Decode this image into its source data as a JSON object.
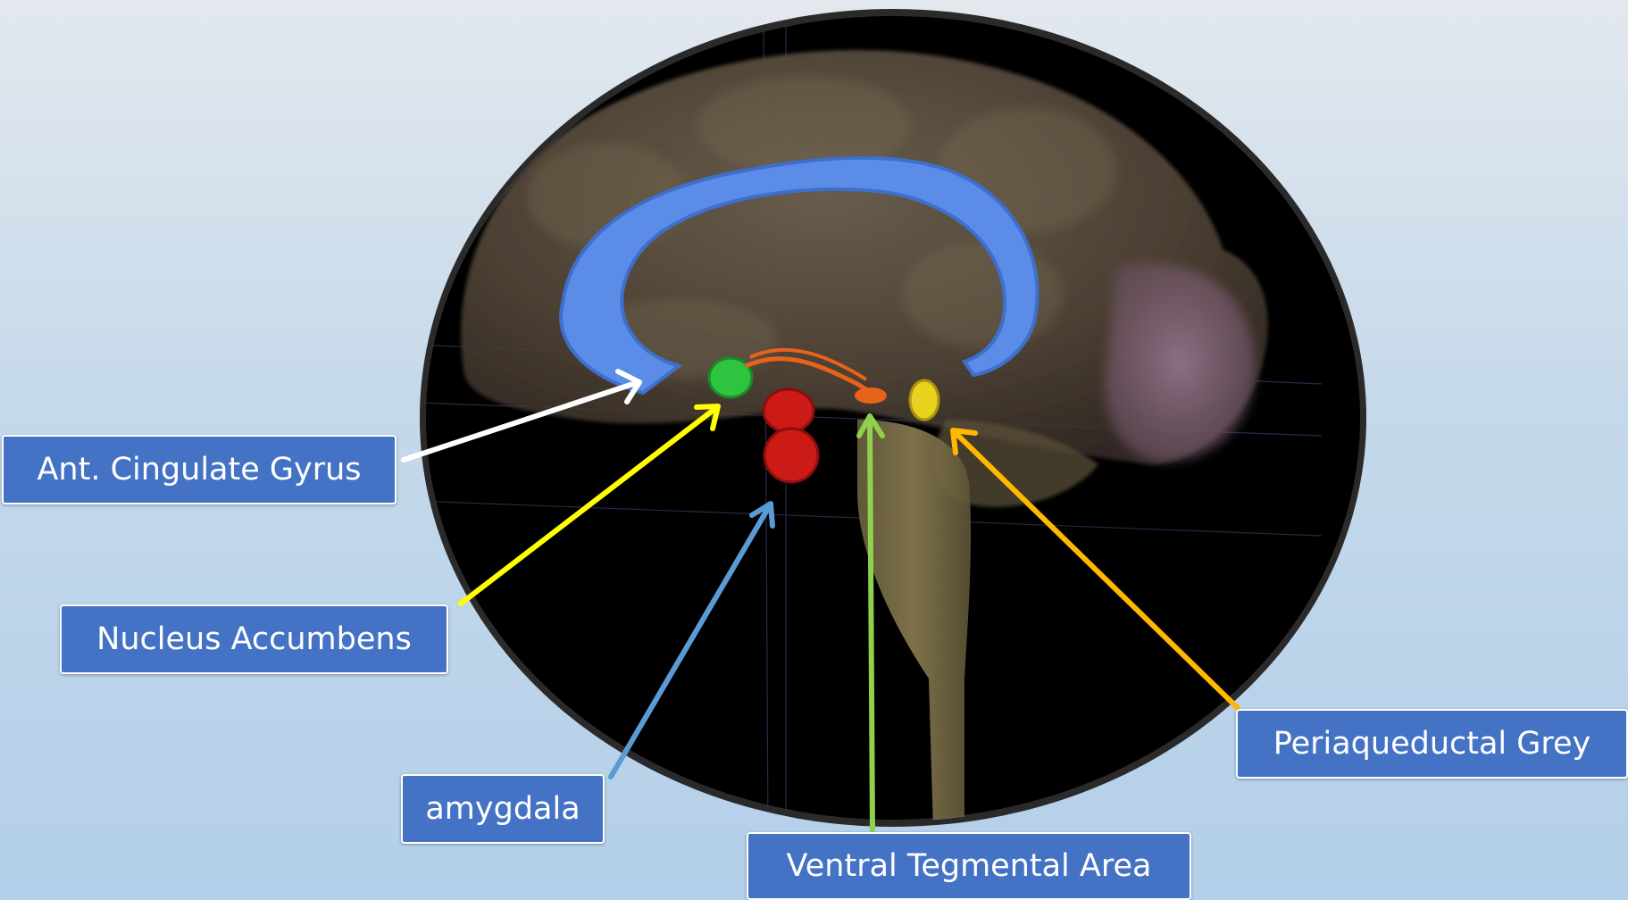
{
  "labels": {
    "ant_cingulate": "Ant. Cingulate Gyrus",
    "nucleus_accumbens": "Nucleus Accumbens",
    "amygdala": "amygdala",
    "ventral_tegmental": "Ventral Tegmental Area",
    "periaqueductal": "Periaqueductal Grey"
  },
  "colors": {
    "label_box": "#4472c4",
    "cingulate": "#5b8de8",
    "accumbens": "#2ec440",
    "amygdala": "#cc1a16",
    "tegmental": "#e8631a",
    "periaqueductal": "#e8d21e",
    "arrow_cingulate": "#ffffff",
    "arrow_accumbens": "#ffff00",
    "arrow_amygdala": "#5b9bd5",
    "arrow_tegmental": "#8fd14f",
    "arrow_periaqueductal": "#ffb800"
  },
  "icons": [
    "brain-render-icon"
  ]
}
